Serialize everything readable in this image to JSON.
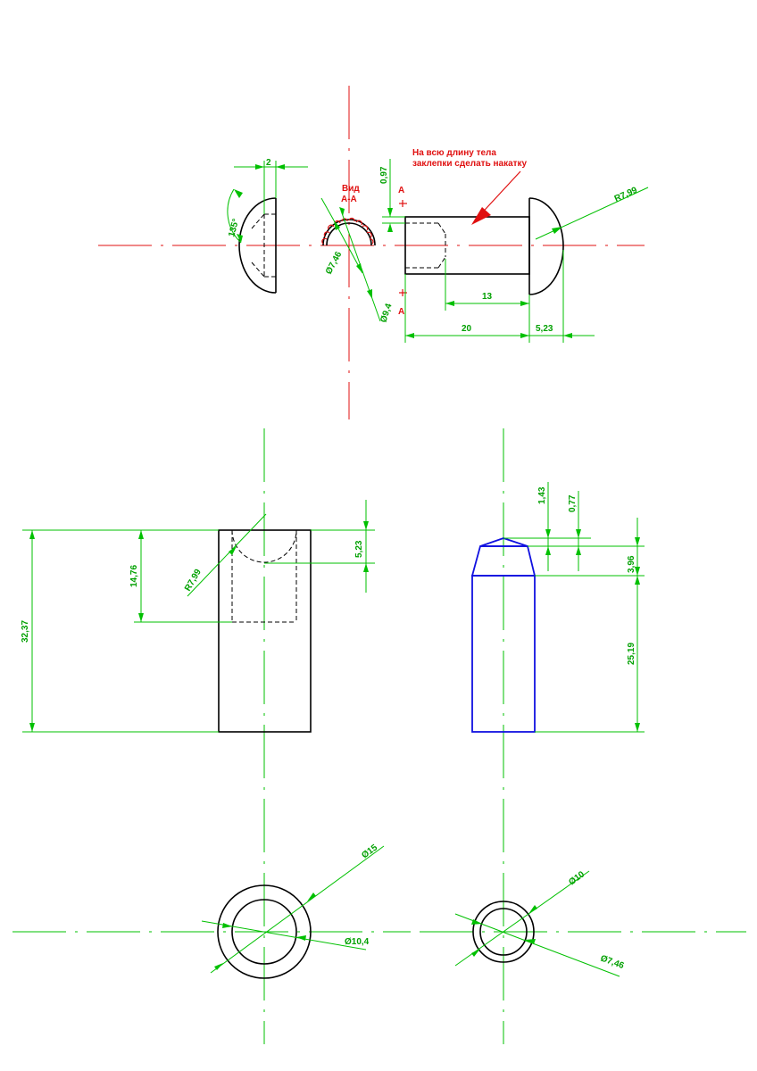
{
  "note": {
    "line1": "На всю длину тела",
    "line2": "заклепки сделать накатку"
  },
  "view_label": {
    "line1": "Вид",
    "line2": "A-A"
  },
  "section_marks": [
    "A",
    "A"
  ],
  "colors": {
    "centerline": "#00c000",
    "dimension": "#00c000",
    "annotation": "#e01010",
    "outline": "#000000",
    "blue_part": "#1010e0"
  },
  "dims": {
    "width_2": "2",
    "angle_135": "135°",
    "dia_7_46_end": "Ø7,46",
    "dia_9_4": "Ø9,4",
    "gap_0_97": "0,97",
    "r_7_99_top": "R7,99",
    "len_13": "13",
    "len_20": "20",
    "head_5_23": "5,23",
    "height_32_37": "32,37",
    "height_14_76": "14,76",
    "r_7_99_die": "R7,99",
    "depth_5_23": "5,23",
    "chamfer_1_43": "1,43",
    "chamfer_0_77": "0,77",
    "taper_3_96": "3,96",
    "body_25_19": "25,19",
    "dia_15": "Ø15",
    "dia_10_4": "Ø10,4",
    "dia_10": "Ø10",
    "dia_7_46_bottom": "Ø7,46"
  }
}
